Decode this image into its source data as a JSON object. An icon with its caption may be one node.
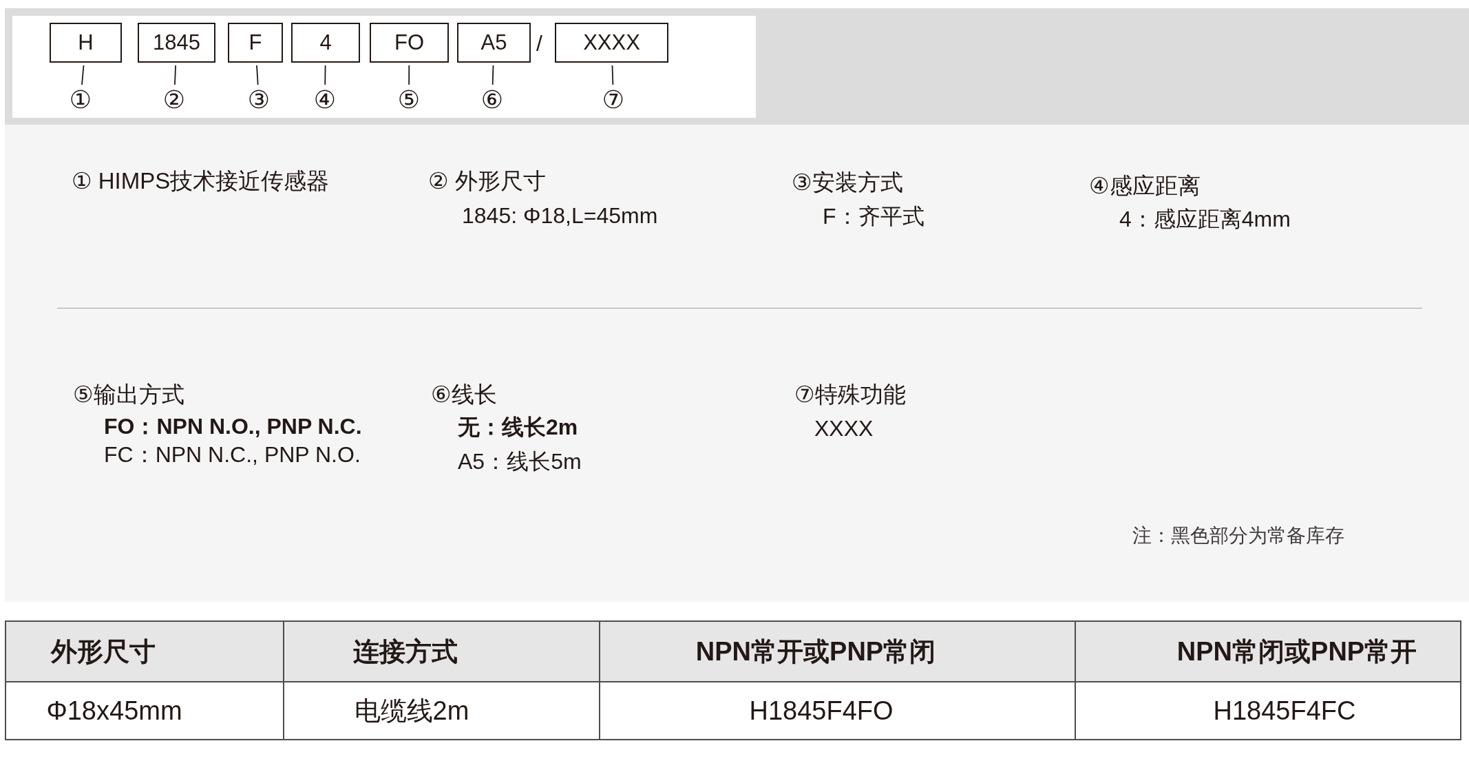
{
  "diagram": {
    "nodes": [
      {
        "text": [
          "H"
        ]
      },
      {
        "text": [
          "1845"
        ]
      },
      {
        "text": [
          "F"
        ]
      },
      {
        "text": [
          "4"
        ]
      },
      {
        "text": [
          "FO"
        ]
      },
      {
        "text": [
          "A5"
        ]
      },
      {
        "text": [
          "XXXX"
        ]
      },
      {
        "text": [
          "①"
        ]
      },
      {
        "text": [
          "②"
        ]
      },
      {
        "text": [
          "③"
        ]
      },
      {
        "text": [
          "④"
        ]
      },
      {
        "text": [
          "⑤"
        ]
      },
      {
        "text": [
          "⑥"
        ]
      },
      {
        "text": [
          "⑦"
        ]
      }
    ],
    "edges": [
      {
        "from": 0,
        "to": 7,
        "arrow": "none"
      },
      {
        "from": 1,
        "to": 8,
        "arrow": "none"
      },
      {
        "from": 2,
        "to": 9,
        "arrow": "none"
      },
      {
        "from": 3,
        "to": 10,
        "arrow": "none"
      },
      {
        "from": 4,
        "to": 11,
        "arrow": "none"
      },
      {
        "from": 5,
        "to": 12,
        "arrow": "none"
      },
      {
        "from": 6,
        "to": 13,
        "arrow": "none"
      }
    ],
    "labels": [
      "/",
      "① HIMPS技术接近传感器",
      "② 外形尺寸",
      "1845: Φ18,L=45mm",
      "③安装方式",
      "F：齐平式",
      "④感应距离",
      "4：感应距离4mm",
      "⑤输出方式",
      "FO：NPN N.O., PNP N.C.",
      "FC：NPN N.C., PNP N.O.",
      "⑥线长",
      "无：线长2m",
      "A5：线长5m",
      "⑦特殊功能",
      "XXXX",
      "注：黑色部分为常备库存",
      "外形尺寸",
      "连接方式",
      "NPN常开或PNP常闭",
      "NPN常闭或PNP常开",
      "Φ18x45mm",
      "电缆线2m",
      "H1845F4FO",
      "H1845F4FC"
    ]
  }
}
